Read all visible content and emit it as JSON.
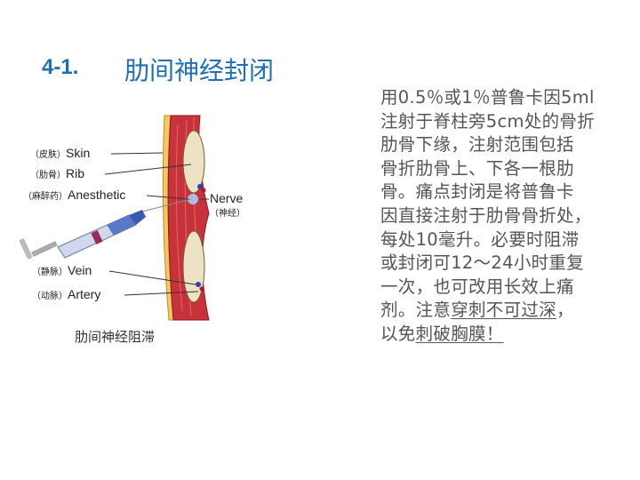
{
  "title": {
    "number": "4-1.",
    "text": "肋间神经封闭"
  },
  "body": {
    "lines": [
      "用0.5％或1％普鲁卡因5ml",
      "注射于脊柱旁5cm处的骨折",
      "肋骨下缘，注射范围包括",
      "骨折肋骨上、下各一根肋",
      "骨。痛点封闭是将普鲁卡",
      "因直接注射于肋骨骨折处，",
      "每处10毫升。必要时阻滞",
      "或封闭可12～24小时重复",
      "一次，也可改用长效上痛"
    ],
    "line10_plain": "剂。注意",
    "line10_underlined": "穿刺不可过深",
    "line10_end": "，",
    "line11_plain": "以免",
    "line11_underlined": "刺破胸膜！"
  },
  "figure": {
    "labels": {
      "skin": "Skin",
      "skin_cn": "（皮肤）",
      "rib": "Rib",
      "rib_cn": "（肋骨）",
      "anesthetic": "Anesthetic",
      "anesthetic_cn": "（麻醉药）",
      "nerve": "Nerve",
      "nerve_cn": "（神经）",
      "vein": "Vein",
      "vein_cn": "（静脉）",
      "artery": "Artery",
      "artery_cn": "（动脉）"
    },
    "caption": "肋间神经阻滞"
  }
}
